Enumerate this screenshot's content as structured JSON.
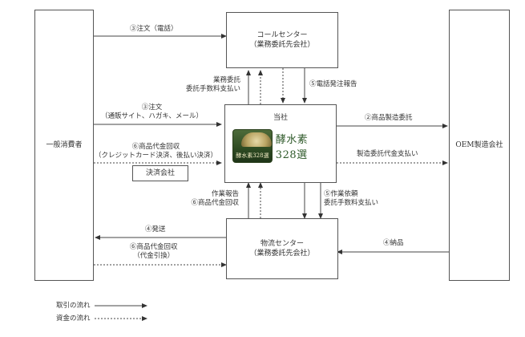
{
  "nodes": {
    "consumer": "一般消費者",
    "call_center": [
      "コールセンター",
      "（業務委託先会社）"
    ],
    "company": "当社",
    "oem": "OEM製造会社",
    "logistics": [
      "物流センター",
      "（業務委託先会社）"
    ],
    "settlement": "決済会社"
  },
  "logo": {
    "badge_text": "酵水素328選",
    "text": "酵水素328選"
  },
  "edges": {
    "order_phone": "③注文（電話）",
    "outsourcing": [
      "業務委託",
      "委託手数料支払い"
    ],
    "order_report": "⑤電話発注報告",
    "order_web": [
      "③注文",
      "（通販サイト、ハガキ、メール）"
    ],
    "product_payment_in": [
      "⑥商品代金回収",
      "（クレジットカード決済、後払い決済）"
    ],
    "mfg_request": "②商品製造委託",
    "mfg_payment": "製造委託代金支払い",
    "work_report": [
      "作業報告",
      "⑥商品代金回収"
    ],
    "work_request": [
      "⑤作業依頼",
      "委託手数料支払い"
    ],
    "shipping": "④発送",
    "cod": [
      "⑥商品代金回収",
      "（代金引換）"
    ],
    "delivery": "④納品"
  },
  "legend": {
    "transaction": "取引の流れ",
    "funds": "資金の流れ"
  }
}
